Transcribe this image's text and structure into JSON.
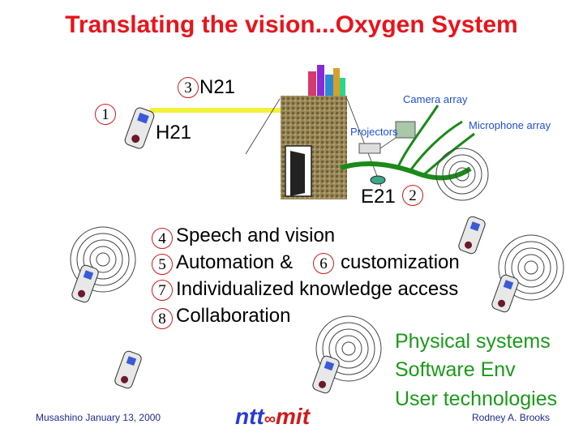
{
  "title": "Translating the vision...Oxygen System",
  "labels": {
    "n21": "N21",
    "h21": "H21",
    "e21": "E21",
    "camera_array": "Camera array",
    "microphone_array": "Microphone array",
    "projectors": "Projectors"
  },
  "numbers": [
    "1",
    "2",
    "3",
    "4",
    "5",
    "6",
    "7",
    "8"
  ],
  "bullets": {
    "speech_vision": "Speech and vision",
    "automation": "Automation &",
    "customization": "customization",
    "knowledge": "Individualized knowledge access",
    "collaboration": "Collaboration"
  },
  "systems": [
    "Physical systems",
    "Software Env",
    "User technologies"
  ],
  "footer": {
    "left": "Musashino January 13, 2000",
    "right": "Rodney A. Brooks",
    "logo_left": "ntt",
    "logo_right": "mit"
  },
  "colors": {
    "title": "#e8141b",
    "systems_text": "#1a9a1a",
    "small_labels": "#1f4fd6",
    "number_circles": "#d21a1a"
  }
}
